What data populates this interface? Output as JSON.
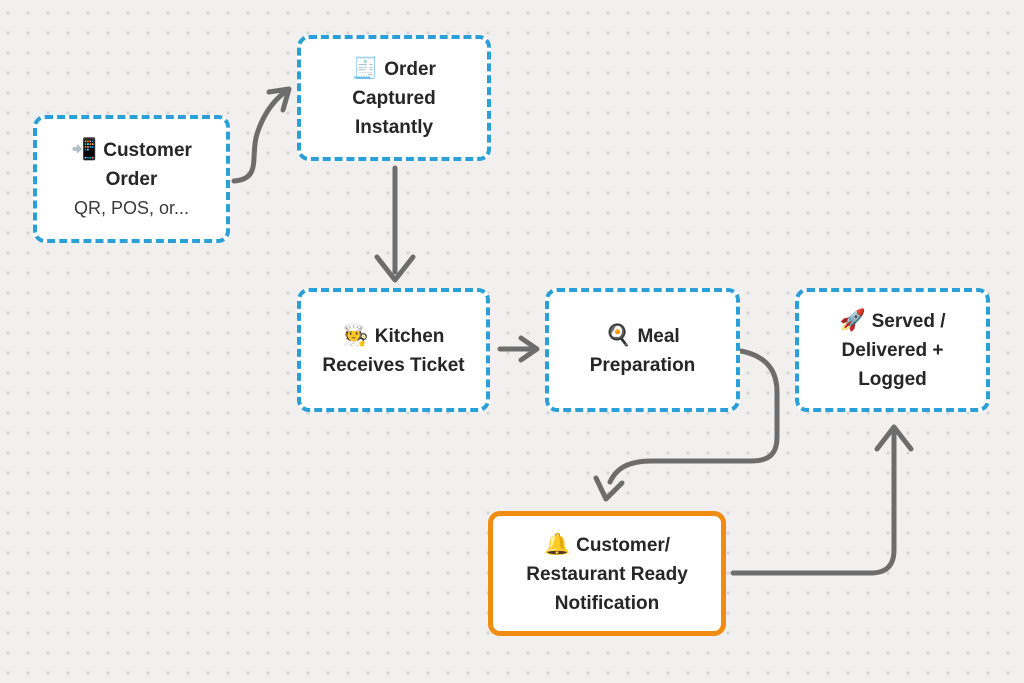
{
  "canvas": {
    "background_color": "#f1f0ee",
    "dot_color": "#d8d5d2"
  },
  "colors": {
    "node_border_blue": "#2b9fd8",
    "node_border_orange": "#f08c12",
    "arrow": "#6d6d6d",
    "text": "#262626"
  },
  "nodes": [
    {
      "id": "customer-order",
      "icon": "📲",
      "icon_name": "mobile-phone-arrow-icon",
      "lines": [
        "Customer",
        "Order"
      ],
      "subtitle": "QR, POS, or...",
      "style": "blue-dashed"
    },
    {
      "id": "order-captured",
      "icon": "🧾",
      "icon_name": "receipt-icon",
      "lines": [
        "Order",
        "Captured",
        "Instantly"
      ],
      "style": "blue-dashed"
    },
    {
      "id": "kitchen-ticket",
      "icon": "🧑‍🍳",
      "icon_name": "cook-icon",
      "lines": [
        "Kitchen",
        "Receives Ticket"
      ],
      "style": "blue-dashed"
    },
    {
      "id": "meal-preparation",
      "icon": "🍳",
      "icon_name": "cooking-icon",
      "lines": [
        "Meal",
        "Preparation"
      ],
      "style": "blue-dashed"
    },
    {
      "id": "served-logged",
      "icon": "🚀",
      "icon_name": "rocket-icon",
      "lines": [
        "Served /",
        "Delivered +",
        "Logged"
      ],
      "style": "blue-dashed"
    },
    {
      "id": "ready-notification",
      "icon": "🔔",
      "icon_name": "bell-icon",
      "lines": [
        "Customer/",
        "Restaurant Ready",
        "Notification"
      ],
      "style": "orange-solid"
    }
  ],
  "edges": [
    {
      "from": "customer-order",
      "to": "order-captured"
    },
    {
      "from": "order-captured",
      "to": "kitchen-ticket"
    },
    {
      "from": "kitchen-ticket",
      "to": "meal-preparation"
    },
    {
      "from": "meal-preparation",
      "to": "ready-notification"
    },
    {
      "from": "ready-notification",
      "to": "served-logged"
    }
  ]
}
